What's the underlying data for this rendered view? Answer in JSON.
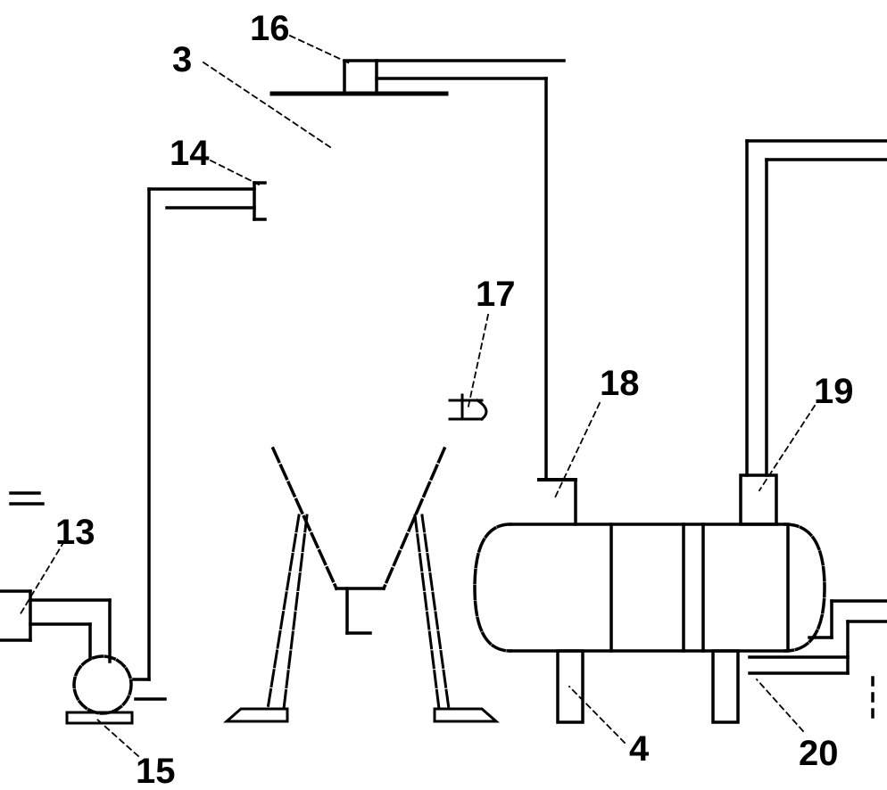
{
  "labels": {
    "l3": "3",
    "l4": "4",
    "l13": "13",
    "l14": "14",
    "l15": "15",
    "l16": "16",
    "l17": "17",
    "l18": "18",
    "l19": "19",
    "l20": "20"
  },
  "colors": {
    "line": "#000000",
    "background": "#ffffff"
  }
}
